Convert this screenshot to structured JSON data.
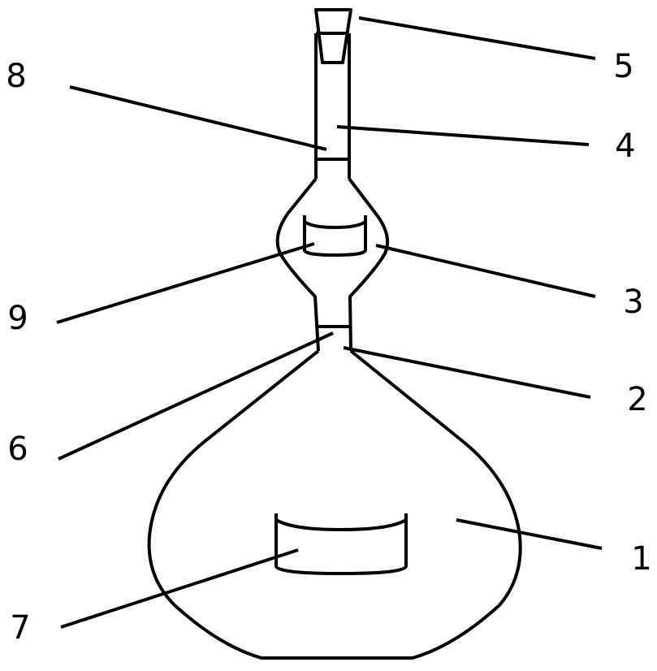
{
  "figure": {
    "labels": {
      "flask_body": "1",
      "lower_neck": "2",
      "bulb": "3",
      "upper_tube": "4",
      "stopper": "5",
      "lower_partition": "6",
      "bottom_cup": "7",
      "upper_partition": "8",
      "bulb_cup": "9"
    }
  }
}
